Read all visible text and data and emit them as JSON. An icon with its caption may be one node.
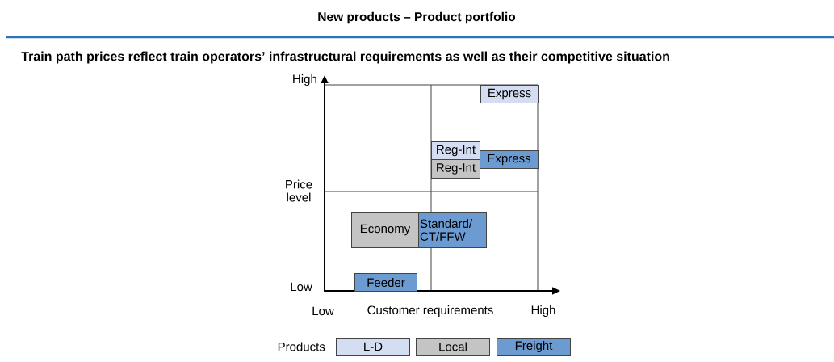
{
  "diagram": {
    "title": "New products – Product portfolio",
    "caption": "Train path prices reflect train operators’ infrastructural requirements as well as their competitive situation",
    "nodes": [
      {
        "text": [
          "Express"
        ]
      },
      {
        "text": [
          "Reg-Int"
        ]
      },
      {
        "text": [
          "Express"
        ]
      },
      {
        "text": [
          "Reg-Int"
        ]
      },
      {
        "text": [
          "Economy"
        ]
      },
      {
        "text": [
          "Standard/ CT/FFW"
        ]
      },
      {
        "text": [
          "Feeder"
        ]
      }
    ],
    "labels": [
      "High",
      "Price level",
      "Low",
      "Low",
      "Customer requirements",
      "High",
      "Products"
    ],
    "legend": [
      {
        "text": "L-D",
        "color": "#d5ddf3"
      },
      {
        "text": "Local",
        "color": "#c4c4c4"
      },
      {
        "text": "Freight",
        "color": "#6c9bd2"
      }
    ]
  }
}
